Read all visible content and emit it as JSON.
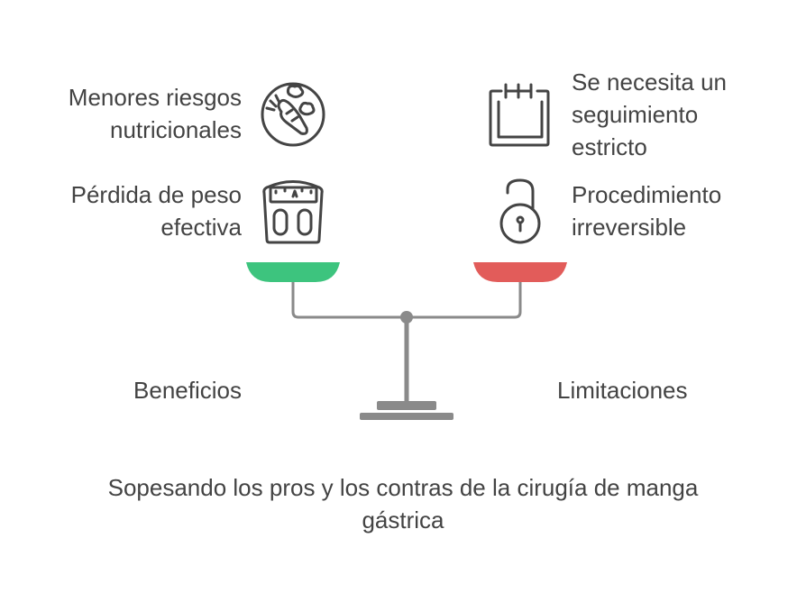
{
  "benefits": {
    "label": "Beneficios",
    "items": [
      {
        "line1": "Menores riesgos",
        "line2": "nutricionales",
        "icon": "carrot-vegetables-icon"
      },
      {
        "line1": "Pérdida de peso",
        "line2": "efectiva",
        "icon": "bathroom-scale-icon"
      }
    ],
    "color": "#3DC47E"
  },
  "limitations": {
    "label": "Limitaciones",
    "items": [
      {
        "line1": "Se necesita un",
        "line2": "seguimiento",
        "line3": "estricto",
        "icon": "calendar-icon"
      },
      {
        "line1": "Procedimiento",
        "line2": "irreversible",
        "icon": "unlocked-padlock-icon"
      }
    ],
    "color": "#E25C5A"
  },
  "title": {
    "line1": "Sopesando los pros y los contras de la cirugía de manga",
    "line2": "gástrica"
  }
}
